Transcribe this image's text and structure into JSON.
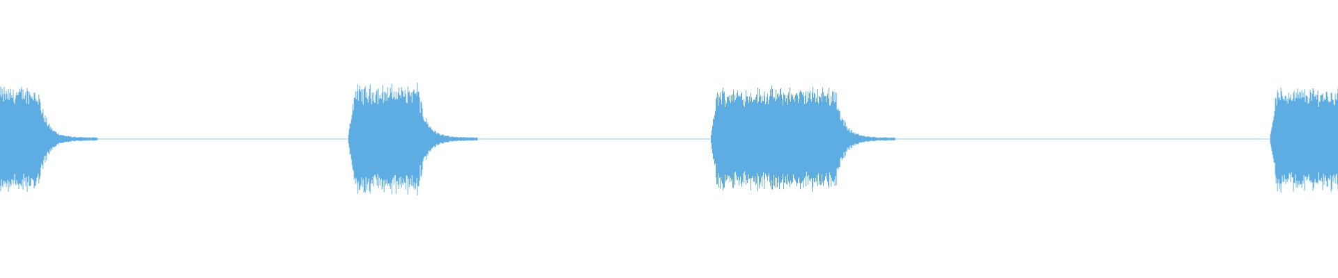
{
  "waveform": {
    "color": "#5DADE2",
    "background": "#ffffff",
    "baseline_amplitude": 0.012,
    "bursts": [
      {
        "id": "burst-1",
        "start": 0.0,
        "end": 0.028,
        "amplitude": 0.8,
        "decay": 0.045
      },
      {
        "id": "burst-2",
        "start": 0.26,
        "end": 0.312,
        "amplitude": 0.82,
        "decay": 0.045
      },
      {
        "id": "burst-3",
        "start": 0.531,
        "end": 0.624,
        "amplitude": 0.78,
        "decay": 0.045
      },
      {
        "id": "burst-4",
        "start": 0.949,
        "end": 1.0,
        "amplitude": 0.78,
        "decay": 0.02
      }
    ]
  }
}
